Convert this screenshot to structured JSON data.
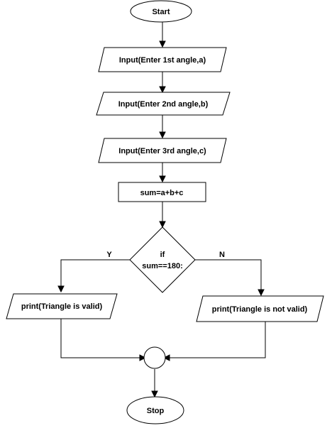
{
  "diagram": {
    "start": "Start",
    "input_a": "Input(Enter 1st angle,a)",
    "input_b": "Input(Enter 2nd angle,b)",
    "input_c": "Input(Enter 3rd angle,c)",
    "process_sum": "sum=a+b+c",
    "decision": {
      "line1": "if",
      "line2": "sum==180:"
    },
    "branch_yes": "Y",
    "branch_no": "N",
    "output_valid": "print(Triangle is valid)",
    "output_invalid": "print(Triangle is not valid)",
    "stop": "Stop"
  },
  "colors": {
    "stroke": "#000000",
    "fill": "#ffffff",
    "text": "#000000"
  }
}
